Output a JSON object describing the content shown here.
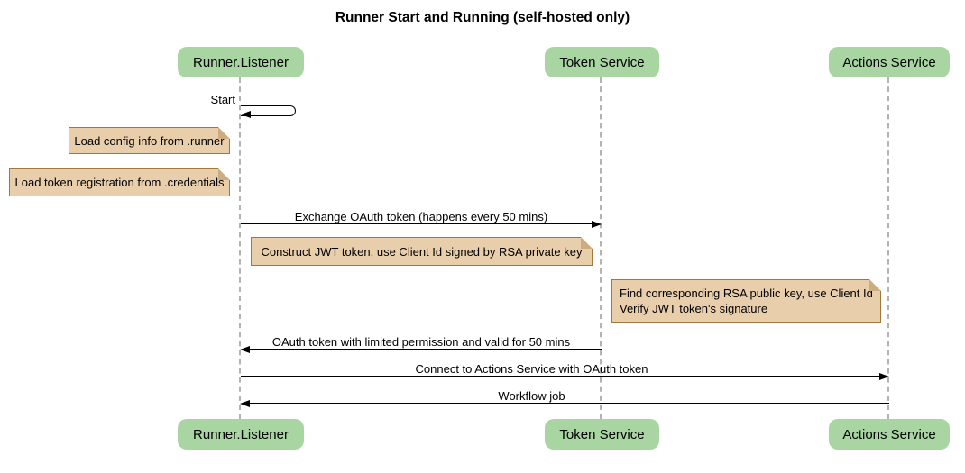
{
  "title": "Runner Start and Running (self-hosted only)",
  "participants": [
    "Runner.Listener",
    "Token Service",
    "Actions Service"
  ],
  "messages": {
    "start": "Start",
    "exchange_oauth": "Exchange OAuth token (happens every 50 mins)",
    "oauth_return": "OAuth token with limited permission and valid for 50 mins",
    "connect_actions": "Connect to Actions Service with OAuth token",
    "workflow_job": "Workflow job"
  },
  "notes": {
    "load_config": "Load config info from .runner",
    "load_token_registration": "Load token registration from .credentials",
    "construct_jwt": "Construct JWT token, use Client Id signed by RSA private key",
    "find_rsa_key_line1": "Find corresponding RSA public key, use Client Id",
    "find_rsa_key_line2": "Verify JWT token's signature"
  },
  "colors": {
    "participant_fill": "#A8D5A2",
    "note_fill": "#E9CEAC",
    "note_border": "#A1783C",
    "note_fold": "#CDAD7F",
    "lifeline": "#B3B3B3",
    "arrow": "#000000",
    "background": "#FFFFFF"
  }
}
